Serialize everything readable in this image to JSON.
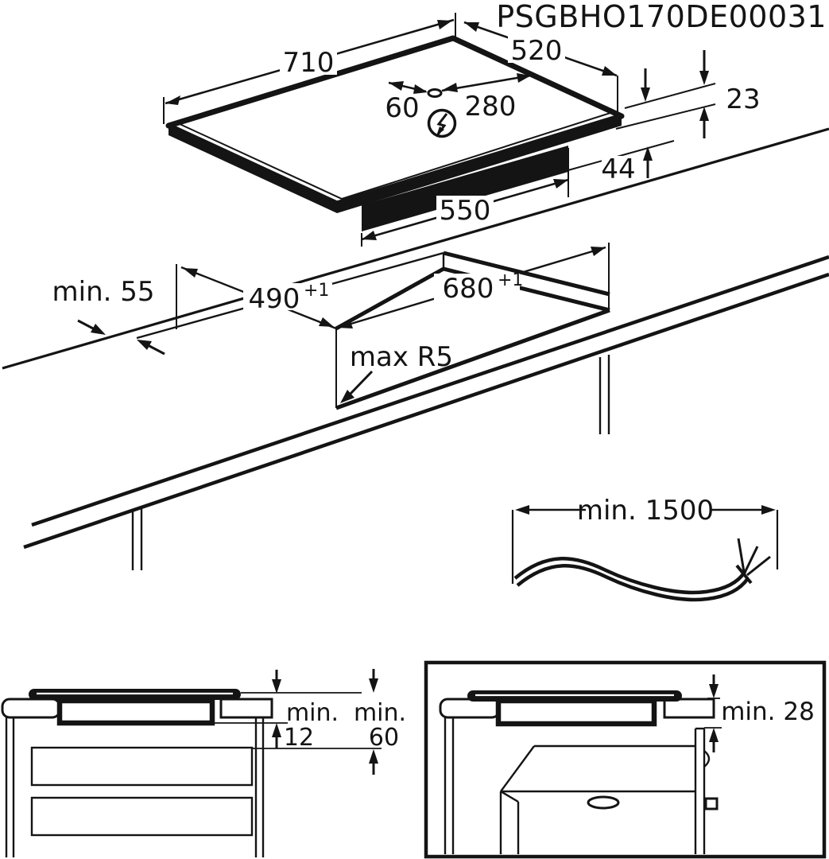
{
  "title": "PSGBHO170DE00031",
  "hob": {
    "width": "710",
    "depth": "520",
    "gland_diameter": "60",
    "gland_to_edge": "280",
    "height_above_worktop": "23",
    "height_below_worktop": "44",
    "body_width": "550",
    "power_icon": "lightning-bolt"
  },
  "cutout": {
    "rear_clearance": "min. 55",
    "depth": "490",
    "depth_tolerance": "+1",
    "width": "680",
    "width_tolerance": "+1",
    "corner_radius": "max R5"
  },
  "cable": {
    "length": "min. 1500"
  },
  "left_clearance": {
    "label_1": "min.",
    "value_1": "12",
    "label_2": "min.",
    "value_2": "60"
  },
  "right_clearance": {
    "gap": "min. 28"
  },
  "colors": {
    "line": "#141414",
    "background": "#ffffff"
  }
}
